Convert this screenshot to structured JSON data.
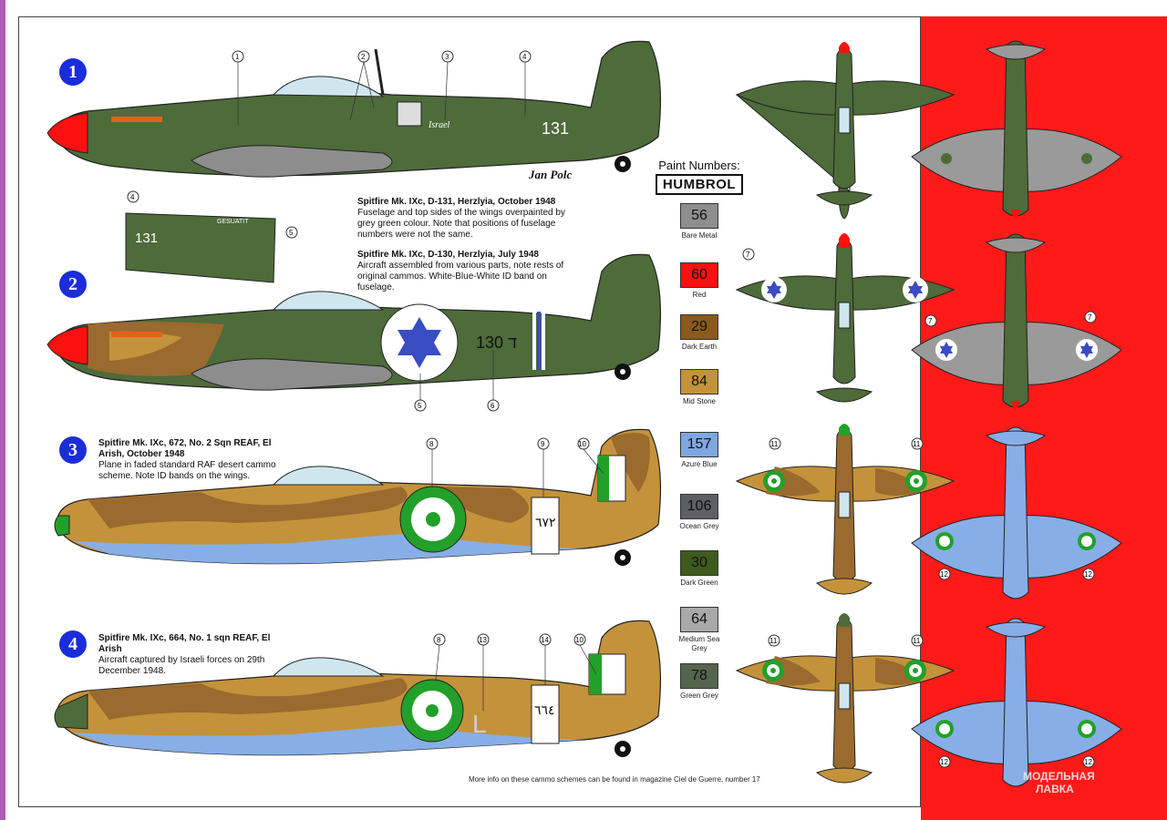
{
  "schemes": [
    {
      "number": "1",
      "title": "Spitfire Mk. IXc, D-131, Herzlyia, October 1948",
      "body": "Fuselage and top sides of the wings overpainted by grey green colour. Note that positions of fuselage numbers were not the same."
    },
    {
      "number": "2",
      "title": "Spitfire Mk. IXc, D-130, Herzlyia, July 1948",
      "body": "Aircraft assembled from various parts, note rests of original cammos. White-Blue-White ID band on fuselage."
    },
    {
      "number": "3",
      "title": "Spitfire Mk. IXc, 672, No. 2 Sqn REAF, El Arish, October 1948",
      "body": "Plane in faded standard RAF desert cammo scheme. Note ID bands on the wings."
    },
    {
      "number": "4",
      "title": "Spitfire Mk. IXc, 664, No. 1 sqn REAF, El Arish",
      "body": "Aircraft captured by Israeli forces on 29th December 1948."
    }
  ],
  "markings": {
    "pilot_signature": "Jan Polc",
    "d131": "131",
    "d131_tail": "131",
    "israel_text": "Israel",
    "d130": "130 ד",
    "reaf_672": "٦٧٢",
    "reaf_664": "٦٦٤",
    "tail_letter": "L",
    "inset_text": "GESUATIT"
  },
  "callouts": {
    "s1": [
      "1",
      "2",
      "3",
      "4"
    ],
    "s1_inset": [
      "4",
      "5"
    ],
    "s2": [
      "5",
      "6"
    ],
    "s3": [
      "8",
      "9",
      "10"
    ],
    "s4": [
      "8",
      "13",
      "14",
      "10"
    ],
    "plan_2": [
      "7",
      "7",
      "7",
      "7"
    ],
    "plan_3": [
      "11",
      "11",
      "12",
      "12"
    ],
    "plan_4": [
      "11",
      "11",
      "12",
      "12"
    ]
  },
  "paint": {
    "heading": "Paint Numbers:",
    "brand": "HUMBROL",
    "swatches": [
      {
        "code": "56",
        "name": "Bare Metal",
        "color": "#8e8e8e",
        "text": "#111111"
      },
      {
        "code": "60",
        "name": "Red",
        "color": "#ff1010",
        "text": "#111111"
      },
      {
        "code": "29",
        "name": "Dark Earth",
        "color": "#8a5a1e",
        "text": "#111111"
      },
      {
        "code": "84",
        "name": "Mid Stone",
        "color": "#c4923a",
        "text": "#111111"
      },
      {
        "code": "157",
        "name": "Azure Blue",
        "color": "#7ea6e0",
        "text": "#111111"
      },
      {
        "code": "106",
        "name": "Ocean Grey",
        "color": "#5c5f63",
        "text": "#111111"
      },
      {
        "code": "30",
        "name": "Dark Green",
        "color": "#3e5a1c",
        "text": "#111111"
      },
      {
        "code": "64",
        "name": "Medium Sea Grey",
        "color": "#a9a9a9",
        "text": "#111111"
      },
      {
        "code": "78",
        "name": "Green Grey",
        "color": "#55644c",
        "text": "#111111"
      }
    ]
  },
  "footer": "More info on these cammo schemes can be found in magazine Ciel de Guerre, number 17",
  "watermark": [
    "МОДЕЛЬНАЯ",
    "ЛАВКА"
  ],
  "colors": {
    "olive": "#4e6b3a",
    "earth": "#9a6a2e",
    "stone": "#c4923a",
    "azure": "#87aee6",
    "grey": "#9a9a9a",
    "red": "#ff1010",
    "blue": "#3a4cc4",
    "egypt_green": "#22a02a"
  }
}
